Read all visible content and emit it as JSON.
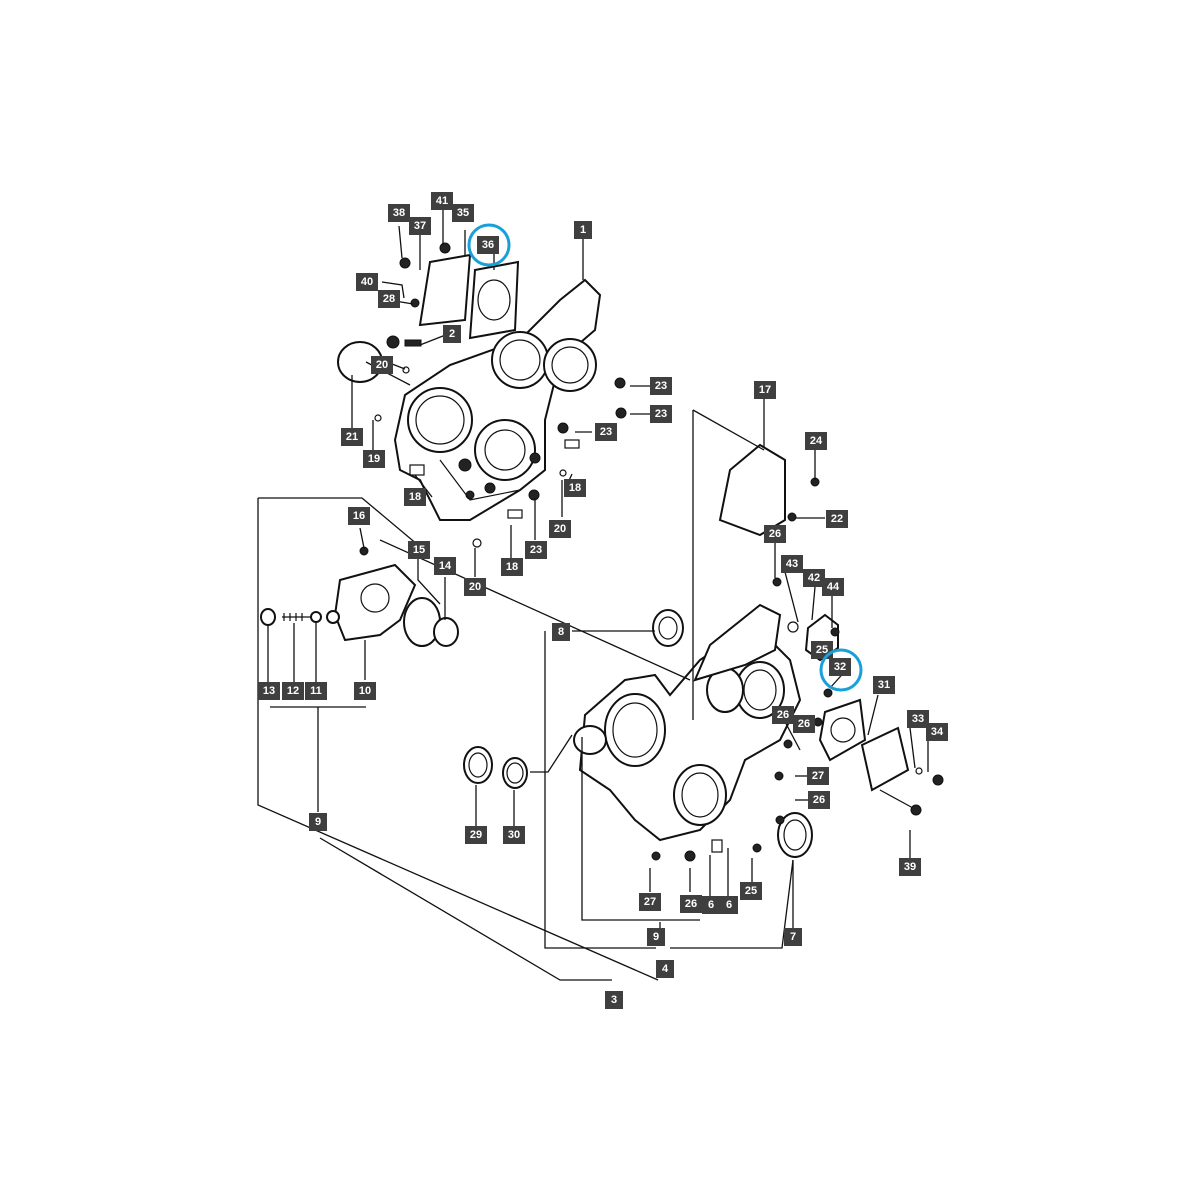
{
  "diagram": {
    "highlight_color": "#1aa0d8",
    "callout_bg": "#3f3f3f",
    "callout_fg": "#ffffff",
    "callouts": [
      {
        "id": "c1",
        "label": "1"
      },
      {
        "id": "c2",
        "label": "2"
      },
      {
        "id": "c3",
        "label": "3"
      },
      {
        "id": "c4",
        "label": "4"
      },
      {
        "id": "c6a",
        "label": "6"
      },
      {
        "id": "c6b",
        "label": "6"
      },
      {
        "id": "c7",
        "label": "7"
      },
      {
        "id": "c8",
        "label": "8"
      },
      {
        "id": "c9a",
        "label": "9"
      },
      {
        "id": "c9b",
        "label": "9"
      },
      {
        "id": "c10",
        "label": "10"
      },
      {
        "id": "c11",
        "label": "11"
      },
      {
        "id": "c12",
        "label": "12"
      },
      {
        "id": "c13",
        "label": "13"
      },
      {
        "id": "c14",
        "label": "14"
      },
      {
        "id": "c15",
        "label": "15"
      },
      {
        "id": "c16",
        "label": "16"
      },
      {
        "id": "c17",
        "label": "17"
      },
      {
        "id": "c18a",
        "label": "18"
      },
      {
        "id": "c18b",
        "label": "18"
      },
      {
        "id": "c18c",
        "label": "18"
      },
      {
        "id": "c19",
        "label": "19"
      },
      {
        "id": "c20a",
        "label": "20"
      },
      {
        "id": "c20b",
        "label": "20"
      },
      {
        "id": "c20c",
        "label": "20"
      },
      {
        "id": "c21",
        "label": "21"
      },
      {
        "id": "c22",
        "label": "22"
      },
      {
        "id": "c23a",
        "label": "23"
      },
      {
        "id": "c23b",
        "label": "23"
      },
      {
        "id": "c23c",
        "label": "23"
      },
      {
        "id": "c23d",
        "label": "23"
      },
      {
        "id": "c24",
        "label": "24"
      },
      {
        "id": "c25a",
        "label": "25"
      },
      {
        "id": "c25b",
        "label": "25"
      },
      {
        "id": "c26a",
        "label": "26"
      },
      {
        "id": "c26b",
        "label": "26"
      },
      {
        "id": "c26c",
        "label": "26"
      },
      {
        "id": "c26d",
        "label": "26"
      },
      {
        "id": "c26e",
        "label": "26"
      },
      {
        "id": "c27a",
        "label": "27"
      },
      {
        "id": "c27b",
        "label": "27"
      },
      {
        "id": "c28",
        "label": "28"
      },
      {
        "id": "c29",
        "label": "29"
      },
      {
        "id": "c30",
        "label": "30"
      },
      {
        "id": "c31",
        "label": "31"
      },
      {
        "id": "c32",
        "label": "32"
      },
      {
        "id": "c33",
        "label": "33"
      },
      {
        "id": "c34",
        "label": "34"
      },
      {
        "id": "c35",
        "label": "35"
      },
      {
        "id": "c36",
        "label": "36"
      },
      {
        "id": "c37",
        "label": "37"
      },
      {
        "id": "c38",
        "label": "38"
      },
      {
        "id": "c39",
        "label": "39"
      },
      {
        "id": "c40",
        "label": "40"
      },
      {
        "id": "c41",
        "label": "41"
      },
      {
        "id": "c42",
        "label": "42"
      },
      {
        "id": "c43",
        "label": "43"
      },
      {
        "id": "c44",
        "label": "44"
      }
    ],
    "highlighted": [
      "36",
      "32"
    ]
  }
}
